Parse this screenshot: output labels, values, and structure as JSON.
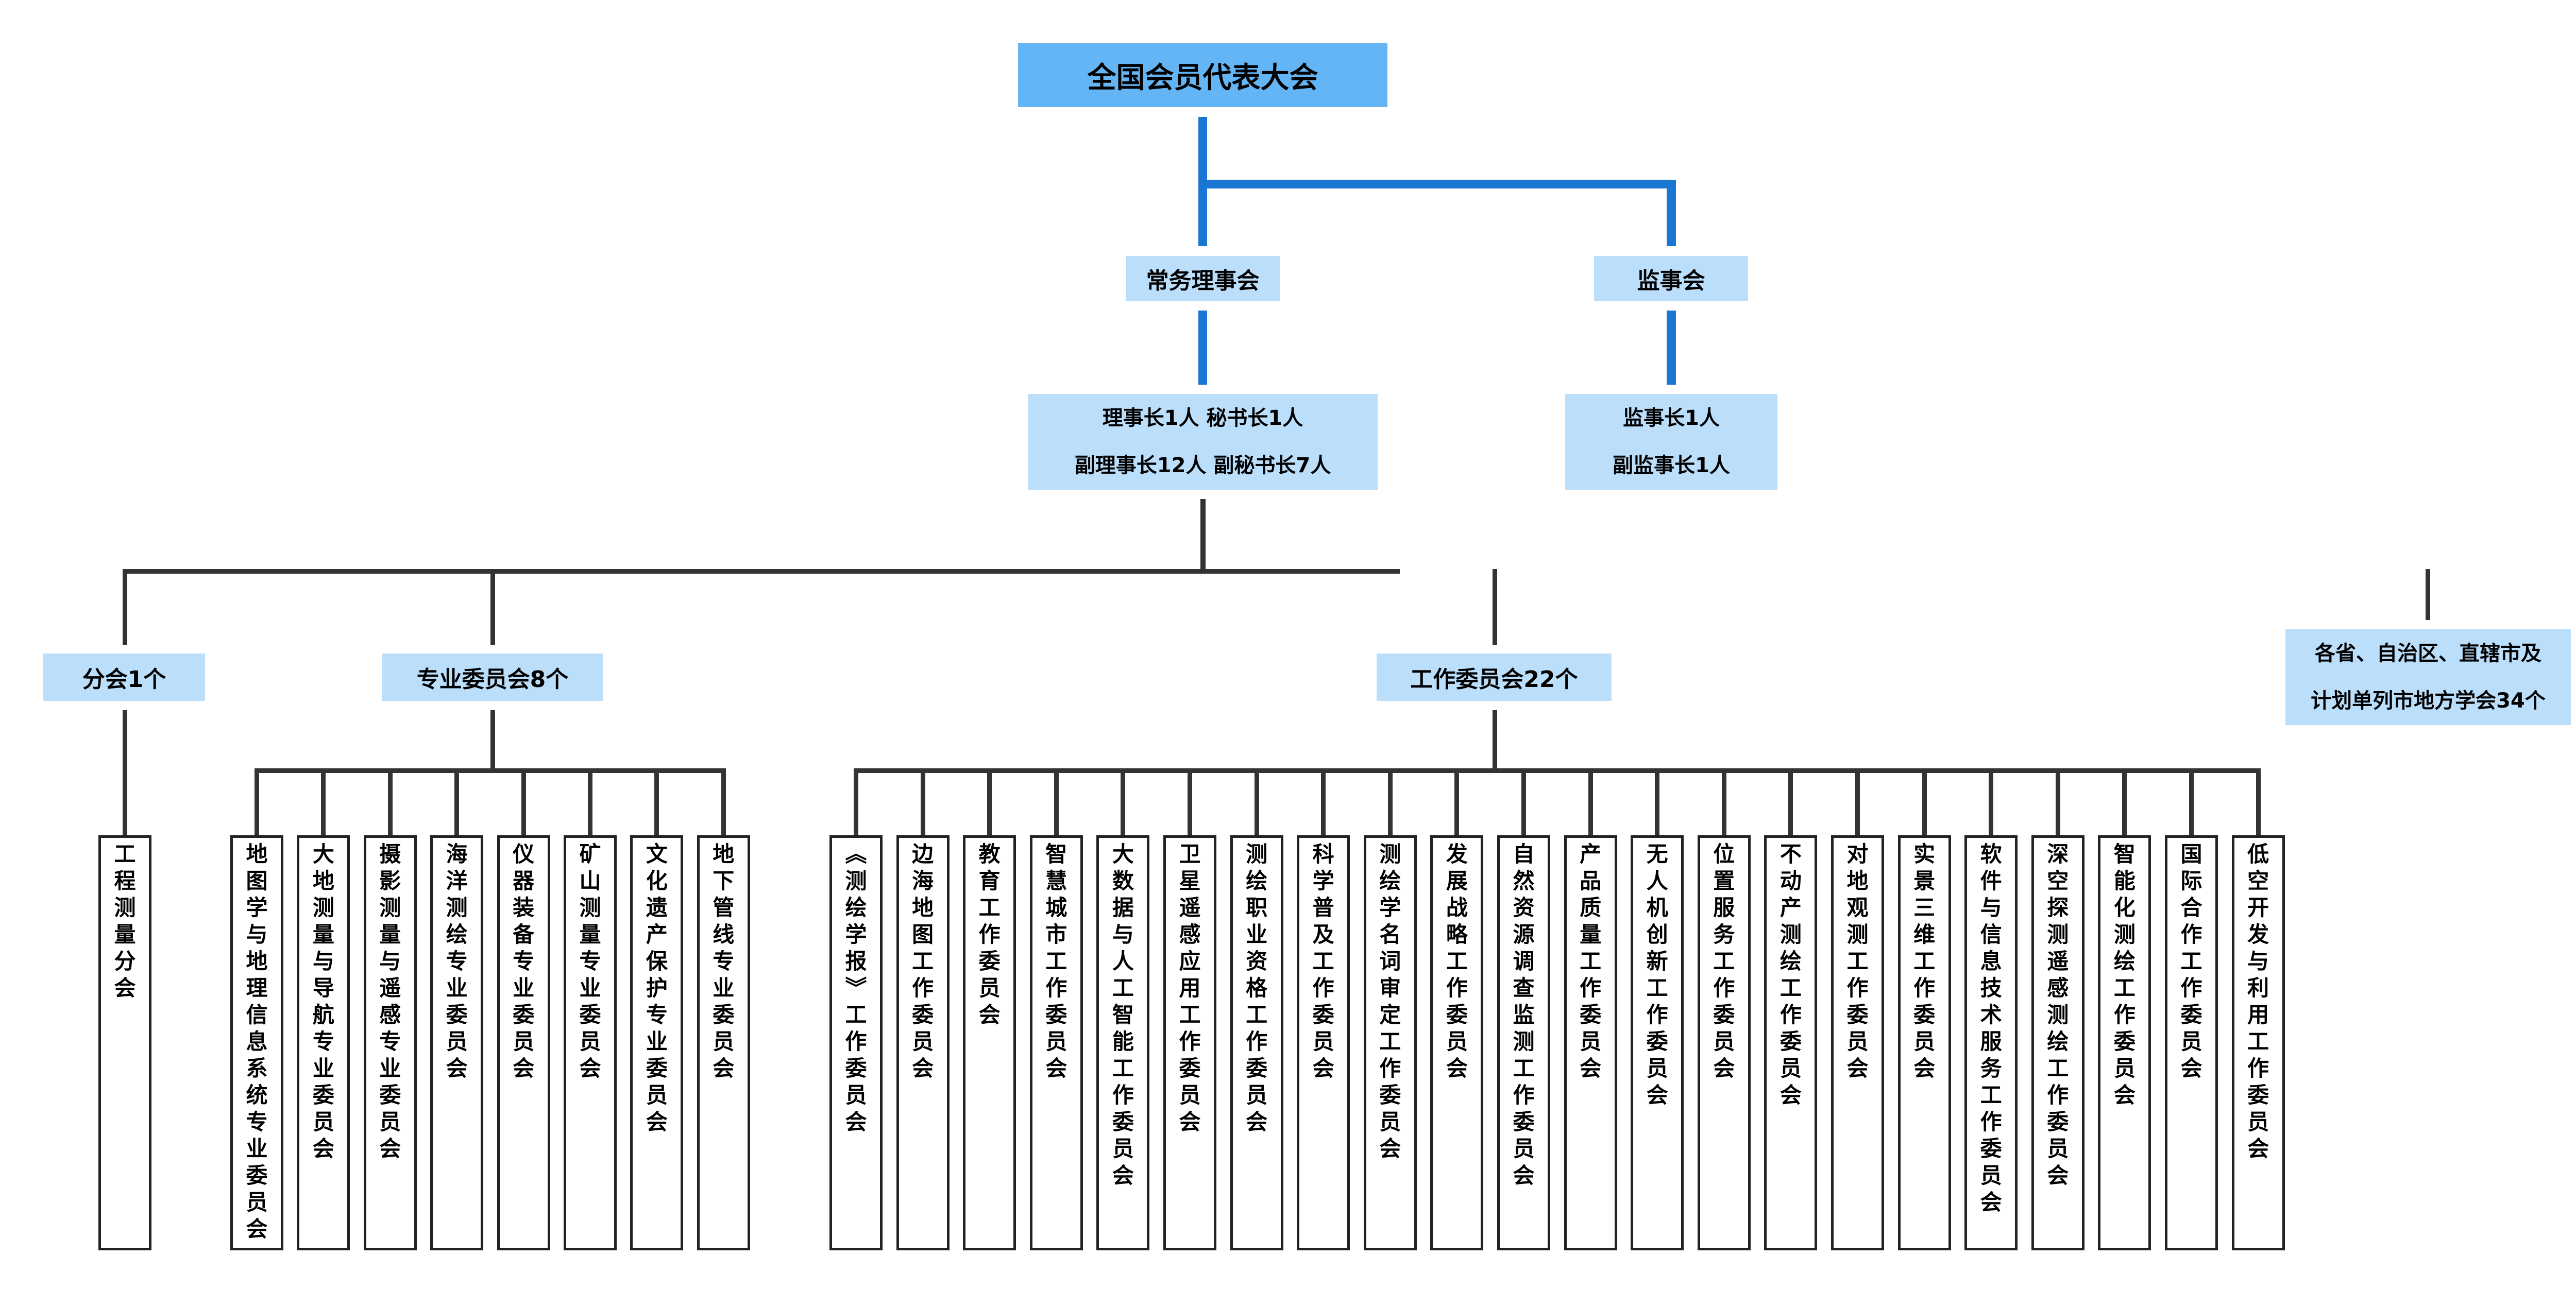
{
  "root": {
    "label": "全国会员代表大会"
  },
  "governance": [
    {
      "label": "常务理事会",
      "details": [
        "理事长1人 秘书长1人",
        "副理事长12人 副秘书长7人"
      ]
    },
    {
      "label": "监事会",
      "details": [
        "监事长1人",
        "副监事长1人"
      ]
    }
  ],
  "branches": [
    {
      "label": "分会1个",
      "children": [
        "工程测量分会"
      ]
    },
    {
      "label": "专业委员会8个",
      "children": [
        "地图学与地理信息系统专业委员会",
        "大地测量与导航专业委员会",
        "摄影测量与遥感专业委员会",
        "海洋测绘专业委员会",
        "仪器装备专业委员会",
        "矿山测量专业委员会",
        "文化遗产保护专业委员会",
        "地下管线专业委员会"
      ]
    },
    {
      "label": "工作委员会22个",
      "children": [
        "《测绘学报》工作委员会",
        "边海地图工作委员会",
        "教育工作委员会",
        "智慧城市工作委员会",
        "大数据与人工智能工作委员会",
        "卫星遥感应用工作委员会",
        "测绘职业资格工作委员会",
        "科学普及工作委员会",
        "测绘学名词审定工作委员会",
        "发展战略工作委员会",
        "自然资源调查监测工作委员会",
        "产品质量工作委员会",
        "无人机创新工作委员会",
        "位置服务工作委员会",
        "不动产测绘工作委员会",
        "对地观测工作委员会",
        "实景三维工作委员会",
        "软件与信息技术服务工作委员会",
        "深空探测遥感测绘工作委员会",
        "智能化测绘工作委员会",
        "国际合作工作委员会",
        "低空开发与利用工作委员会"
      ]
    },
    {
      "label_lines": [
        "各省、自治区、直辖市及",
        "计划单列市地方学会34个"
      ],
      "children": []
    }
  ],
  "colors": {
    "root_fill": "#64B5F6",
    "node_fill": "#BBDEFB",
    "upper_connector": "#1976D2",
    "lower_connector": "#333333"
  }
}
